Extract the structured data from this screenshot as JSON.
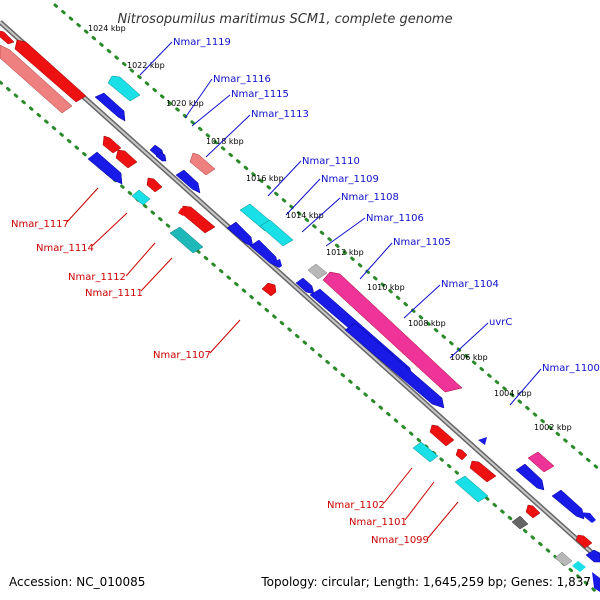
{
  "title": "Nitrosopumilus maritimus SCM1, complete genome",
  "footer": {
    "accession": "Accession: NC_010085",
    "topology": "Topology: circular; Length: 1,645,259 bp; Genes: 1,837"
  },
  "ticks": [
    "1024 kbp",
    "1022 kbp",
    "1020 kbp",
    "1018 kbp",
    "1016 kbp",
    "1014 kbp",
    "1012 kbp",
    "1010 kbp",
    "1008 kbp",
    "1006 kbp",
    "1004 kbp",
    "1002 kbp"
  ],
  "forward_genes": [
    "Nmar_1119",
    "Nmar_1116",
    "Nmar_1115",
    "Nmar_1113",
    "Nmar_1110",
    "Nmar_1109",
    "Nmar_1108",
    "Nmar_1106",
    "Nmar_1105",
    "Nmar_1104",
    "uvrC",
    "Nmar_1100"
  ],
  "reverse_genes": [
    "Nmar_1117",
    "Nmar_1114",
    "Nmar_1112",
    "Nmar_1111",
    "Nmar_1107",
    "Nmar_1102",
    "Nmar_1101",
    "Nmar_1099"
  ],
  "colors": {
    "forward_label": "#1010cc",
    "reverse_label": "#cc0000",
    "blue": "#1a1ae6",
    "cyan": "#19e0e6",
    "red": "#ee1111",
    "pink": "#ee3399",
    "salmon": "#ee8080",
    "grey": "#b8b8b8",
    "backbone": "#888888",
    "dots": "#2a8a2a"
  }
}
